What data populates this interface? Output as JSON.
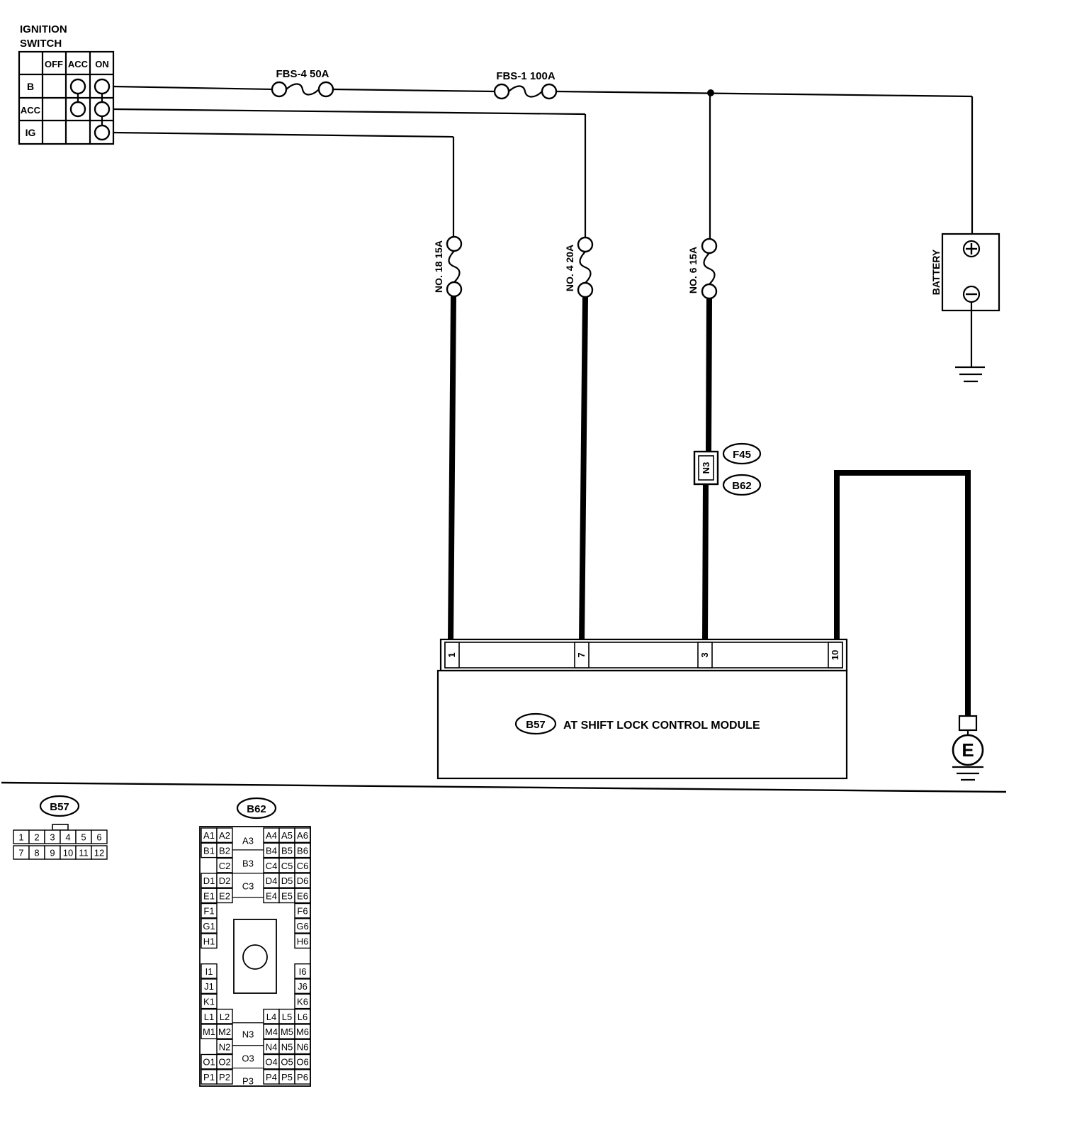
{
  "ignition_switch": {
    "title_line1": "IGNITION",
    "title_line2": "SWITCH",
    "columns": [
      "OFF",
      "ACC",
      "ON"
    ],
    "rows": [
      "B",
      "ACC",
      "IG"
    ]
  },
  "fuses": {
    "fbs4": "FBS-4 50A",
    "fbs1": "FBS-1 100A",
    "no18": "NO. 18 15A",
    "no4": "NO. 4 20A",
    "no6": "NO. 6 15A"
  },
  "battery": {
    "label": "BATTERY",
    "plus": "+",
    "minus": "−"
  },
  "connector_n3": {
    "pin": "N3",
    "tag_top": "F45",
    "tag_bottom": "B62"
  },
  "module": {
    "connector_tag": "B57",
    "name": "AT SHIFT LOCK CONTROL MODULE",
    "pins": [
      "1",
      "7",
      "3",
      "10"
    ]
  },
  "ground": {
    "label": "E"
  },
  "b57_view": {
    "tag": "B57",
    "row1": [
      "1",
      "2",
      "3",
      "4",
      "5",
      "6"
    ],
    "row2": [
      "7",
      "8",
      "9",
      "10",
      "11",
      "12"
    ]
  },
  "b62_view": {
    "tag": "B62",
    "left_pins": [
      [
        "A1",
        "A2"
      ],
      [
        "B1",
        "B2"
      ],
      [
        "",
        "C2"
      ],
      [
        "D1",
        "D2"
      ],
      [
        "E1",
        "E2"
      ],
      [
        "F1",
        ""
      ],
      [
        "G1",
        ""
      ],
      [
        "H1",
        ""
      ],
      [
        "",
        ""
      ],
      [
        "I1",
        ""
      ],
      [
        "J1",
        ""
      ],
      [
        "K1",
        ""
      ],
      [
        "L1",
        "L2"
      ],
      [
        "M1",
        "M2"
      ],
      [
        "",
        "N2"
      ],
      [
        "O1",
        "O2"
      ],
      [
        "P1",
        "P2"
      ]
    ],
    "center_pins": [
      "A3",
      "B3",
      "C3",
      "N3",
      "O3",
      "P3"
    ],
    "right_pins": [
      [
        "A4",
        "A5",
        "A6"
      ],
      [
        "B4",
        "B5",
        "B6"
      ],
      [
        "C4",
        "C5",
        "C6"
      ],
      [
        "D4",
        "D5",
        "D6"
      ],
      [
        "E4",
        "E5",
        "E6"
      ],
      [
        "",
        "",
        "F6"
      ],
      [
        "",
        "",
        "G6"
      ],
      [
        "",
        "",
        "H6"
      ],
      [
        "",
        "",
        ""
      ],
      [
        "",
        "",
        "I6"
      ],
      [
        "",
        "",
        "J6"
      ],
      [
        "",
        "",
        "K6"
      ],
      [
        "L4",
        "L5",
        "L6"
      ],
      [
        "M4",
        "M5",
        "M6"
      ],
      [
        "N4",
        "N5",
        "N6"
      ],
      [
        "O4",
        "O5",
        "O6"
      ],
      [
        "P4",
        "P5",
        "P6"
      ]
    ]
  }
}
